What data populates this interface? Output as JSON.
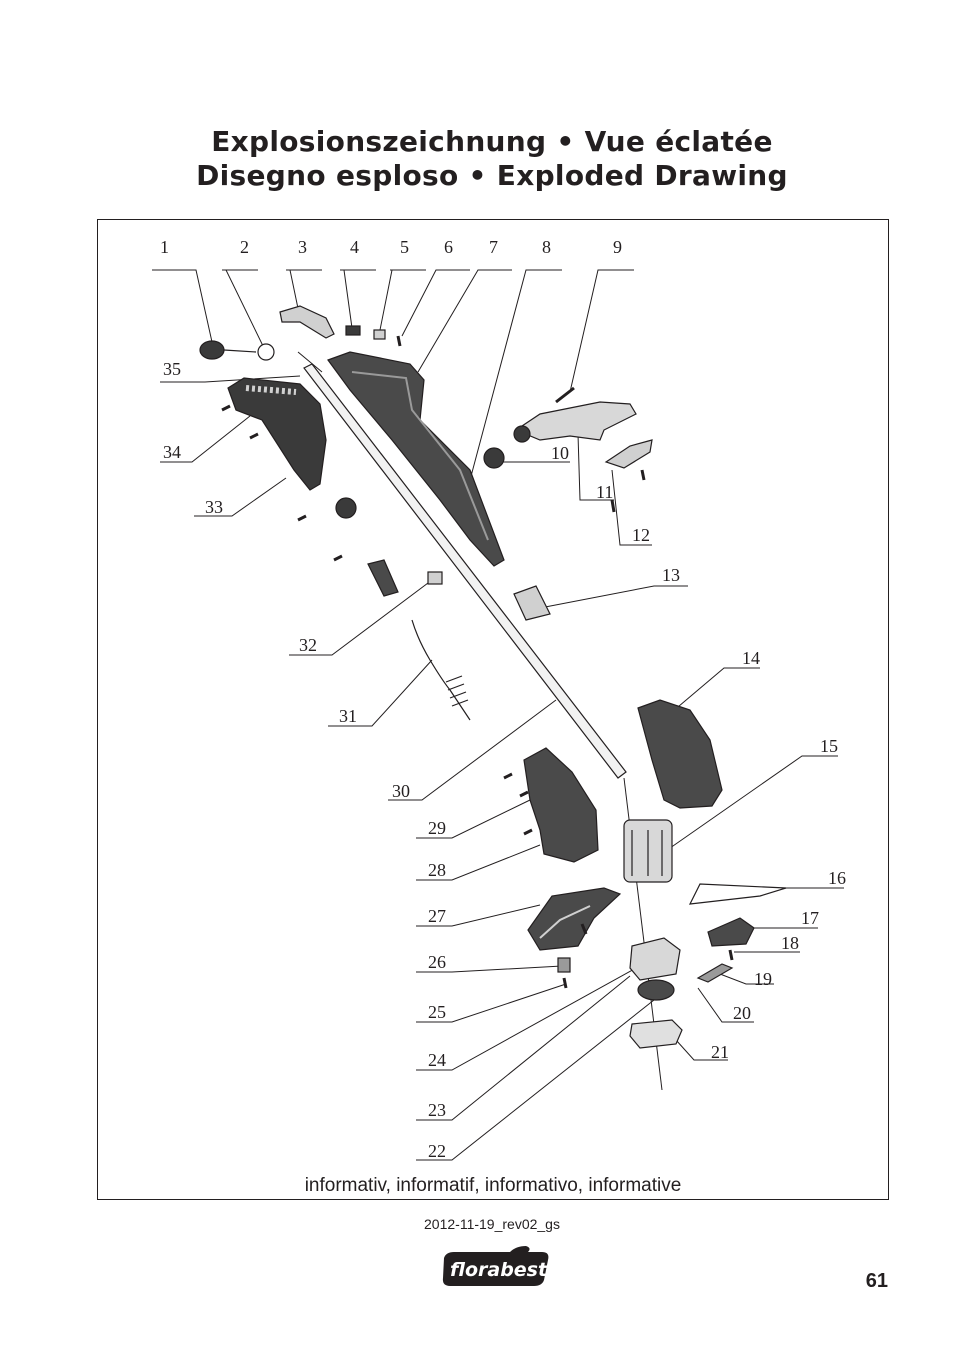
{
  "title_line_1": "Explosionszeichnung • Vue éclatée",
  "title_line_2": "Disegno esploso • Exploded Drawing",
  "part_numbers": [
    "1",
    "2",
    "3",
    "4",
    "5",
    "6",
    "7",
    "8",
    "9",
    "10",
    "11",
    "12",
    "13",
    "14",
    "15",
    "16",
    "17",
    "18",
    "19",
    "20",
    "21",
    "22",
    "23",
    "24",
    "25",
    "26",
    "27",
    "28",
    "29",
    "30",
    "31",
    "32",
    "33",
    "34",
    "35"
  ],
  "caption": "informativ, informatif, informativo, informative",
  "revision": "2012-11-19_rev02_gs",
  "logo_text": "florabest",
  "page_number": "61",
  "colors": {
    "ink": "#231f20",
    "part_fill": "#3a3a3a",
    "part_light": "#9a9a9a",
    "logo_bg": "#231f20"
  }
}
